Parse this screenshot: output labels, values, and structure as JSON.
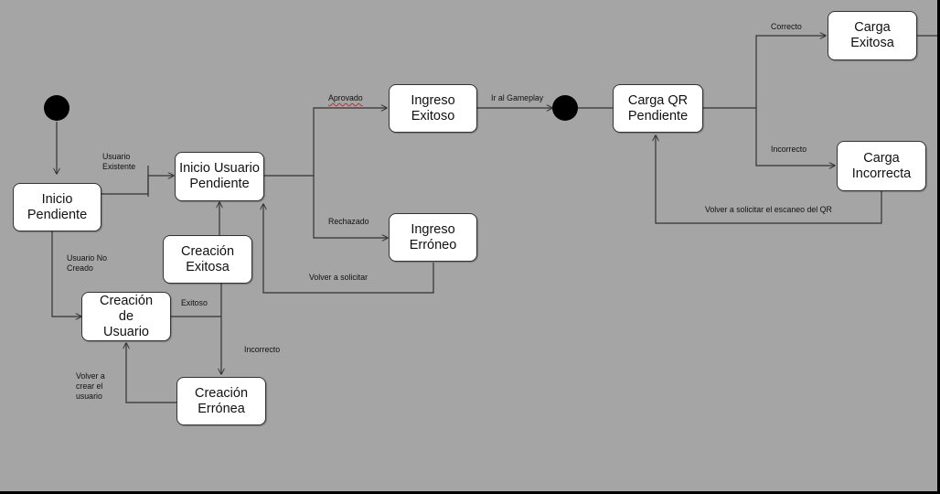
{
  "diagram": {
    "states": {
      "inicio_pendiente": "Inicio Pendiente",
      "inicio_usuario_pendiente": "Inicio Usuario Pendiente",
      "creacion_exitosa": "Creación Exitosa",
      "creacion_de_usuario": "Creación de Usuario",
      "creacion_erronea": "Creación Errónea",
      "ingreso_exitoso": "Ingreso Exitoso",
      "ingreso_erroneo": "Ingreso Erróneo",
      "carga_qr_pendiente": "Carga QR Pendiente",
      "carga_exitosa": "Carga Exitosa",
      "carga_incorrecta": "Carga Incorrecta"
    },
    "transitions": {
      "usuario_existente": "Usuario Existente",
      "usuario_no_creado": "Usuario No Creado",
      "exitoso": "Exitoso",
      "incorrecto_creacion": "Incorrecto",
      "volver_a_crear": "Volver a crear el usuario",
      "aprovado": "Aprovado",
      "rechazado": "Rechazado",
      "volver_a_solicitar": "Volver a solicitar",
      "ir_al_gameplay": "Ir al Gameplay",
      "correcto": "Correcto",
      "incorrecto_carga": "Incorrecto",
      "volver_escaneo_qr": "Volver a solicitar el escaneo del QR"
    },
    "colors": {
      "background": "#a5a5a5",
      "state_fill": "#ffffff",
      "line": "#333333",
      "spellcheck_underline": "#e02020"
    }
  }
}
